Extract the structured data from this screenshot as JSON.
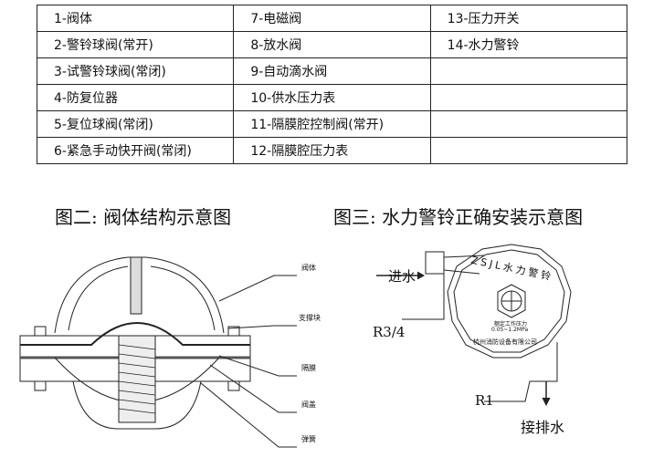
{
  "parts_table": [
    [
      "1-阀体",
      "7-电磁阀",
      "13-压力开关"
    ],
    [
      "2-警铃球阀(常开)",
      "8-放水阀",
      "14-水力警铃"
    ],
    [
      "3-试警铃球阀(常闭)",
      "9-自动滴水阀",
      ""
    ],
    [
      "4-防复位器",
      "10-供水压力表",
      ""
    ],
    [
      "5-复位球阀(常闭)",
      "11-隔膜腔控制阀(常开)",
      ""
    ],
    [
      "6-紧急手动快开阀(常闭)",
      "12-隔膜腔压力表",
      ""
    ]
  ],
  "figure2": {
    "caption": "图二:  阀体结构示意图",
    "labels": [
      "阀体",
      "支撑块",
      "隔膜",
      "阀盖",
      "弹簧"
    ]
  },
  "figure3": {
    "caption": "图三:  水力警铃正确安装示意图",
    "inlet": "进水",
    "thread": "R3/4",
    "r1": "R1",
    "drain": "接排水",
    "bell_text": "ZSJL水力警铃",
    "bell_company": "杭州消防设备有限公司",
    "bell_rating": "额定工作压力",
    "bell_range": "0.05~1.2MPa"
  }
}
